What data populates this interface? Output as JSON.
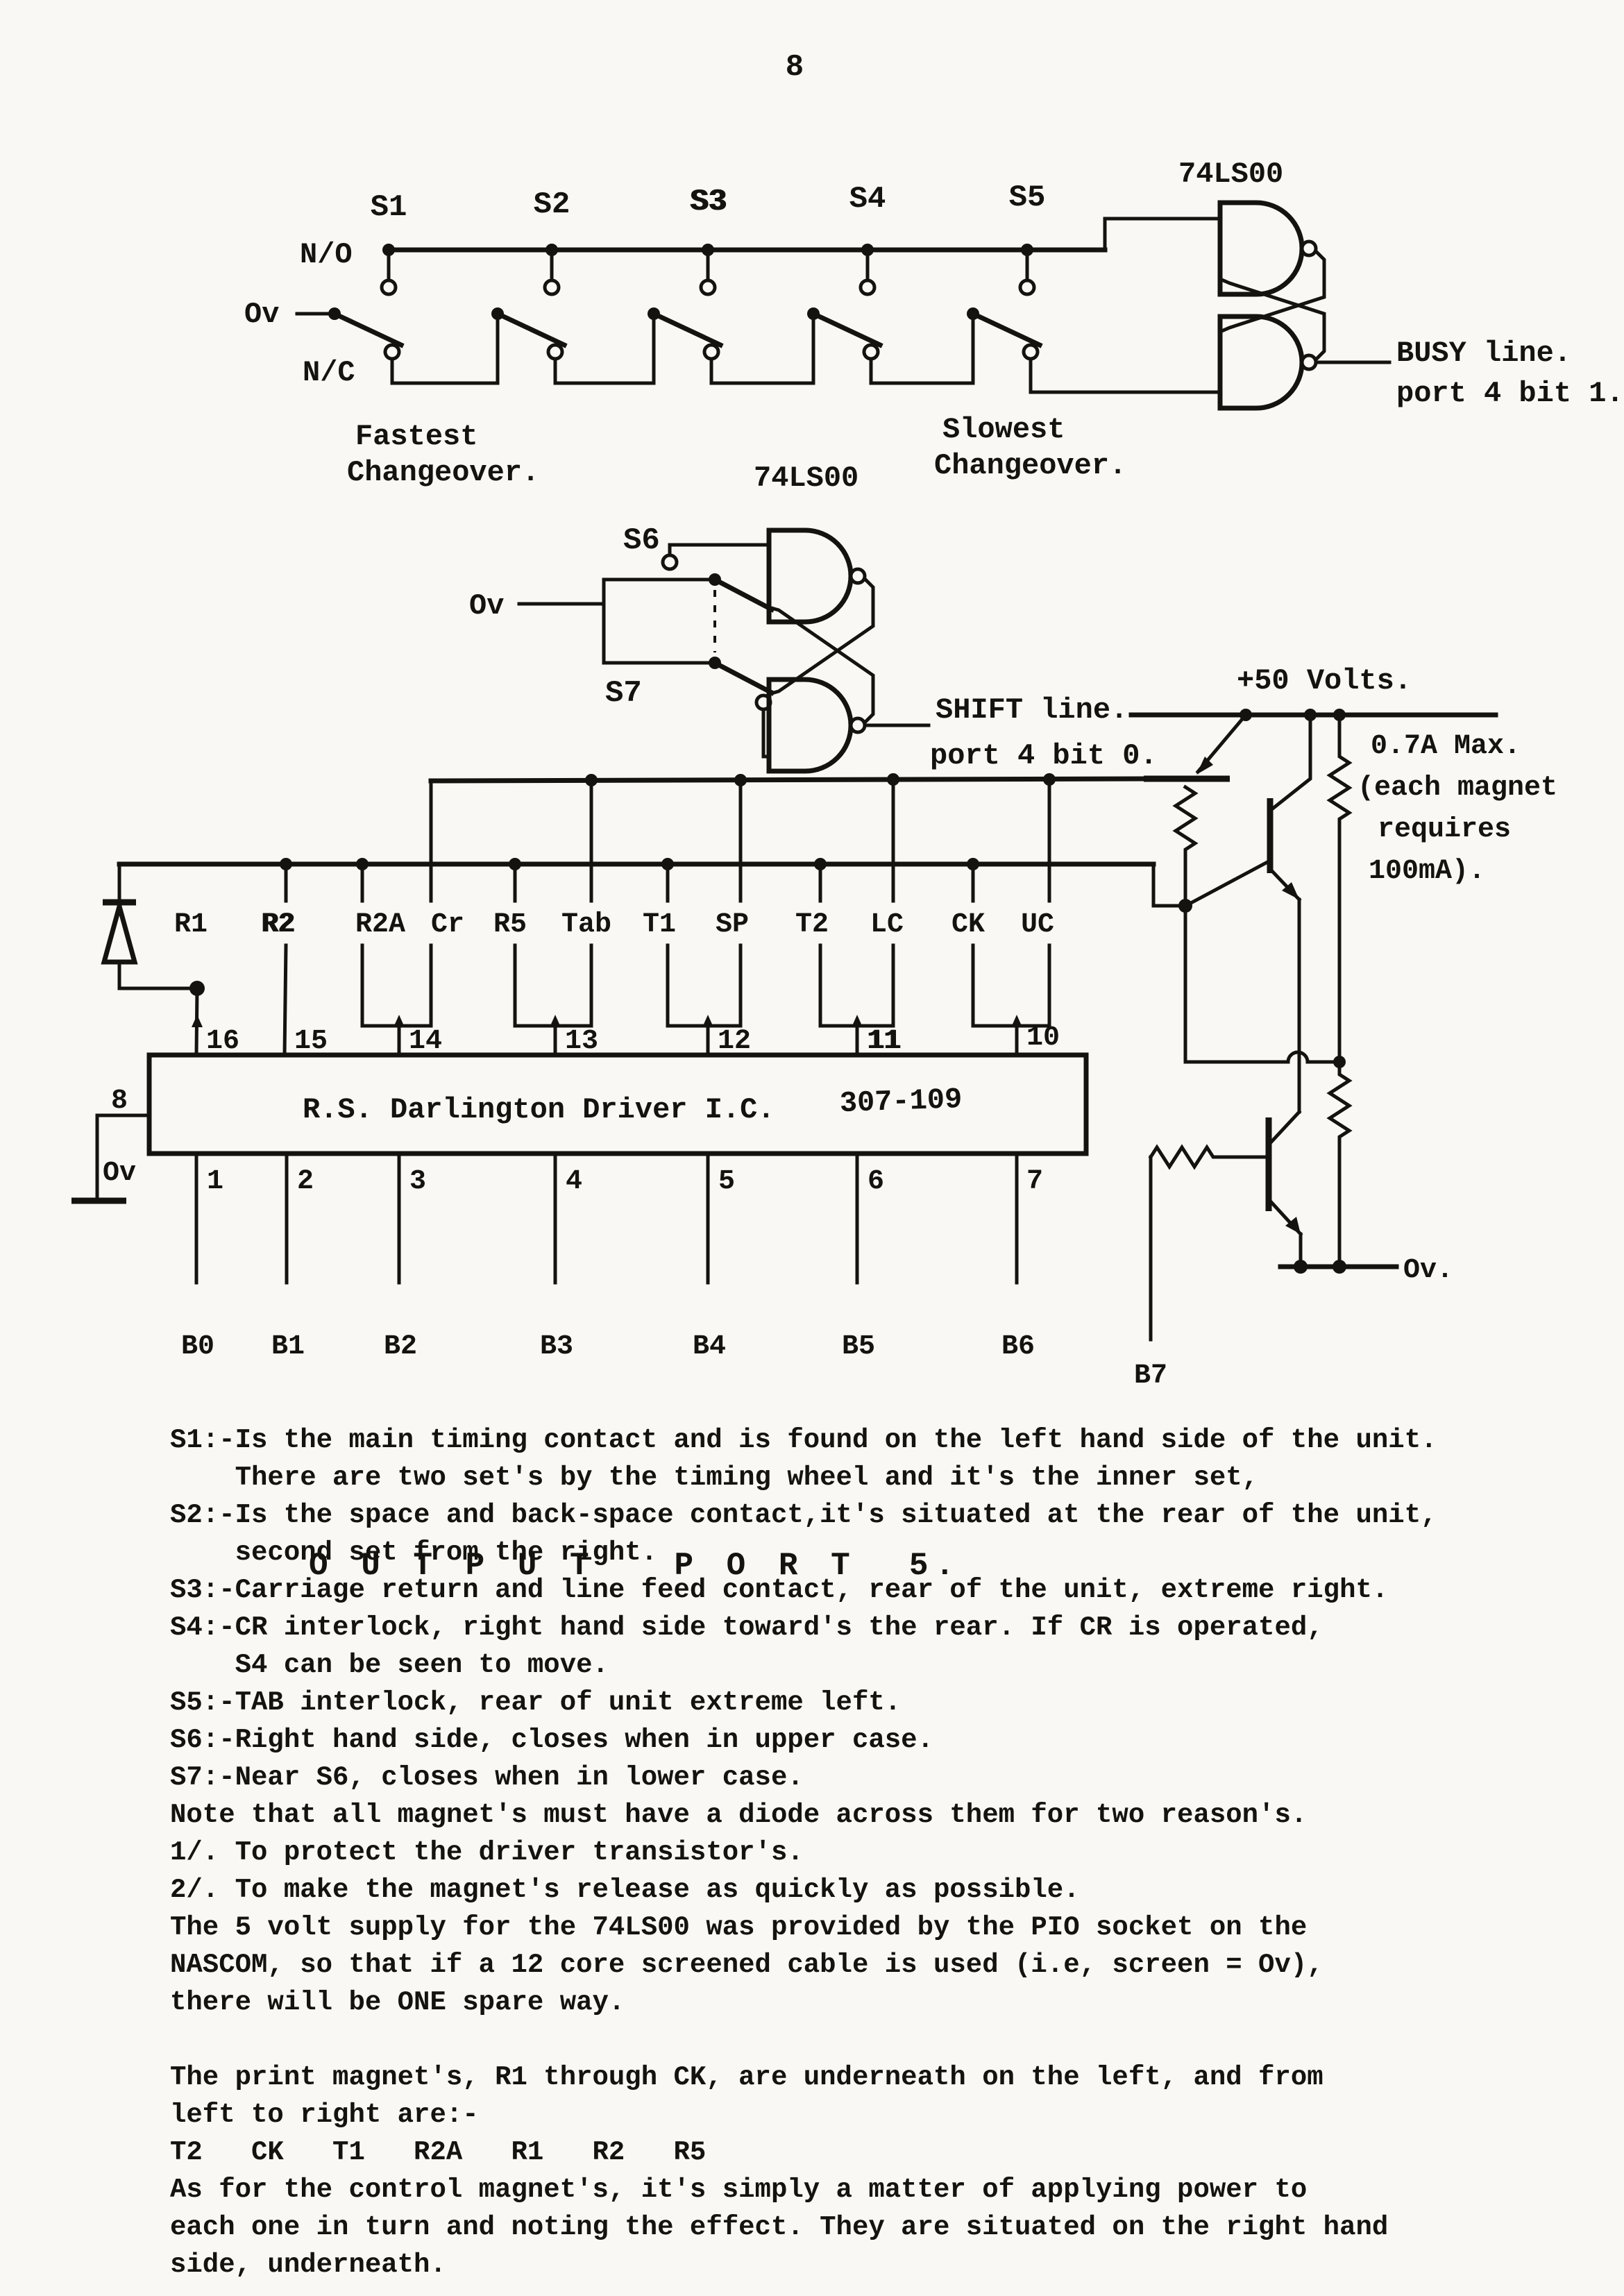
{
  "page_number": "8",
  "busy_circuit": {
    "switches": [
      "S1",
      "S2",
      "S3",
      "S4",
      "S5"
    ],
    "no": "N/O",
    "ov": "Ov",
    "nc": "N/C",
    "chip": "74LS00",
    "fastest": [
      "Fastest",
      "Changeover."
    ],
    "slowest": [
      "Slowest",
      "Changeover."
    ],
    "out": [
      "BUSY line.",
      "port 4 bit 1."
    ]
  },
  "shift_circuit": {
    "chip": "74LS00",
    "s6": "S6",
    "s7": "S7",
    "ov": "Ov",
    "out": [
      "SHIFT line.",
      "port 4 bit 0."
    ]
  },
  "driver": {
    "supply": "+50 Volts.",
    "current_note": [
      "0.7A Max.",
      "(each magnet",
      "requires",
      "100mA)."
    ],
    "magnets": [
      "R1",
      "R2",
      "R2A",
      "Cr",
      "R5",
      "Tab",
      "T1",
      "SP",
      "T2",
      "LC",
      "CK",
      "UC"
    ],
    "ic_name": "R.S. Darlington Driver I.C.",
    "ic_part": "307-109",
    "top_pins": [
      "16",
      "15",
      "14",
      "13",
      "12",
      "11",
      "10"
    ],
    "left_pin": "8",
    "left_pin_net": "Ov",
    "bottom_pins": [
      "1",
      "2",
      "3",
      "4",
      "5",
      "6",
      "7"
    ],
    "bits": [
      "B0",
      "B1",
      "B2",
      "B3",
      "B4",
      "B5",
      "B6",
      "B7"
    ],
    "ov_right": "Ov.",
    "port_title": "O U T P U T   P O R T  5."
  },
  "notes": {
    "para1": [
      "S1:-Is the main timing contact and is found on the left hand side of the unit.",
      "    There are two set's by the timing wheel and it's the inner set,",
      "S2:-Is the space and back-space contact,it's situated at the rear of the unit,",
      "    second set from the right.",
      "S3:-Carriage return and line feed contact, rear of the unit, extreme right.",
      "S4:-CR interlock, right hand side toward's the rear. If CR is operated,",
      "    S4 can be seen to move.",
      "S5:-TAB interlock, rear of unit extreme left.",
      "S6:-Right hand side, closes when in upper case.",
      "S7:-Near S6, closes when in lower case.",
      "Note that all magnet's must have a diode across them for two reason's.",
      "1/. To protect the driver transistor's.",
      "2/. To make the magnet's release as quickly as possible.",
      "The 5 volt supply for the 74LS00 was provided by the PIO socket on the",
      "NASCOM, so that if a 12 core screened cable is used (i.e, screen = Ov),",
      "there will be ONE spare way."
    ],
    "para2": [
      "The print magnet's, R1 through CK, are underneath on the left, and from",
      "left to right are:-",
      "T2   CK   T1   R2A   R1   R2   R5",
      "As for the control magnet's, it's simply a matter of applying power to",
      "each one in turn and noting the effect. They are situated on the right hand",
      "side, underneath."
    ]
  }
}
